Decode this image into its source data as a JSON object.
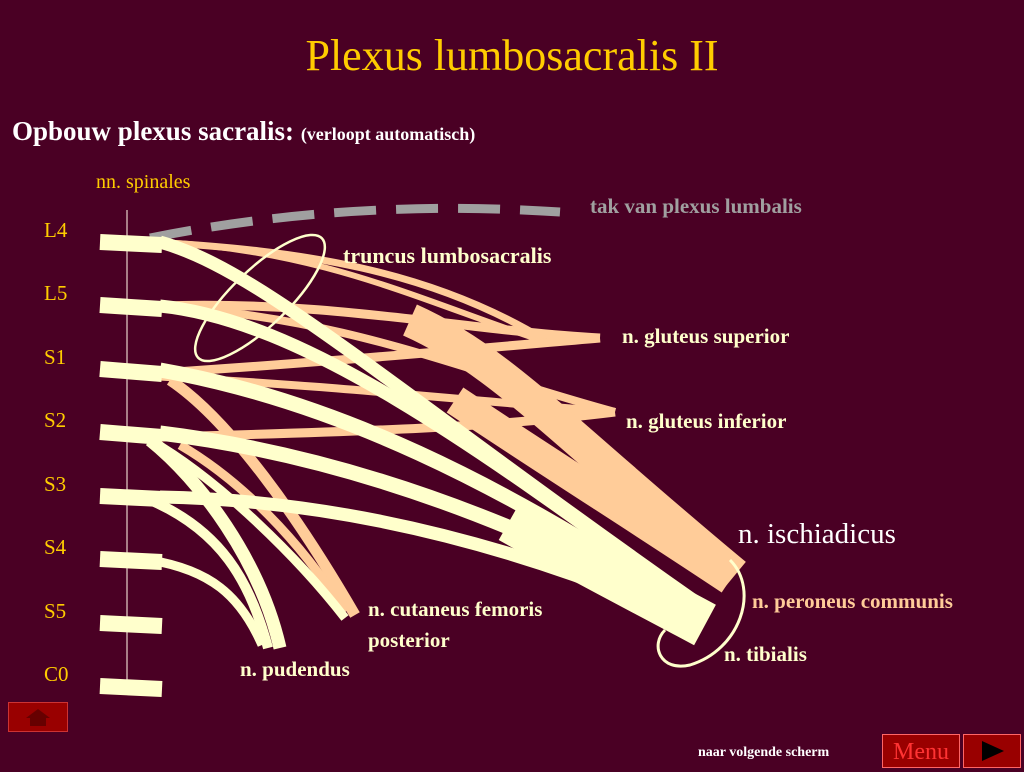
{
  "title": "Plexus lumbosacralis II",
  "subtitle": {
    "main": "Opbouw plexus sacralis:",
    "note": "(verloopt automatisch)"
  },
  "labels": {
    "nn_spinales": "nn. spinales",
    "tak_plexus_lumbalis": "tak van plexus lumbalis",
    "truncus": "truncus lumbosacralis",
    "gluteus_superior": "n. gluteus superior",
    "gluteus_inferior": "n. gluteus inferior",
    "ischiadicus": "n. ischiadicus",
    "peroneus": "n. peroneus communis",
    "tibialis": "n. tibialis",
    "cutaneus_line1": "n. cutaneus femoris",
    "cutaneus_line2": "posterior",
    "pudendus": "n. pudendus"
  },
  "spinal_nerves": [
    "L4",
    "L5",
    "S1",
    "S2",
    "S3",
    "S4",
    "S5",
    "C0"
  ],
  "nav": {
    "next_label": "naar volgende scherm",
    "menu_label": "Menu"
  },
  "colors": {
    "background": "#4a0024",
    "title": "#ffcc00",
    "anterior_division": "#ffffcc",
    "posterior_division": "#ffcc99",
    "lumbalis_branch": "#a0a0a0"
  },
  "icons": {
    "home": "home-icon",
    "next": "play-arrow-icon"
  }
}
